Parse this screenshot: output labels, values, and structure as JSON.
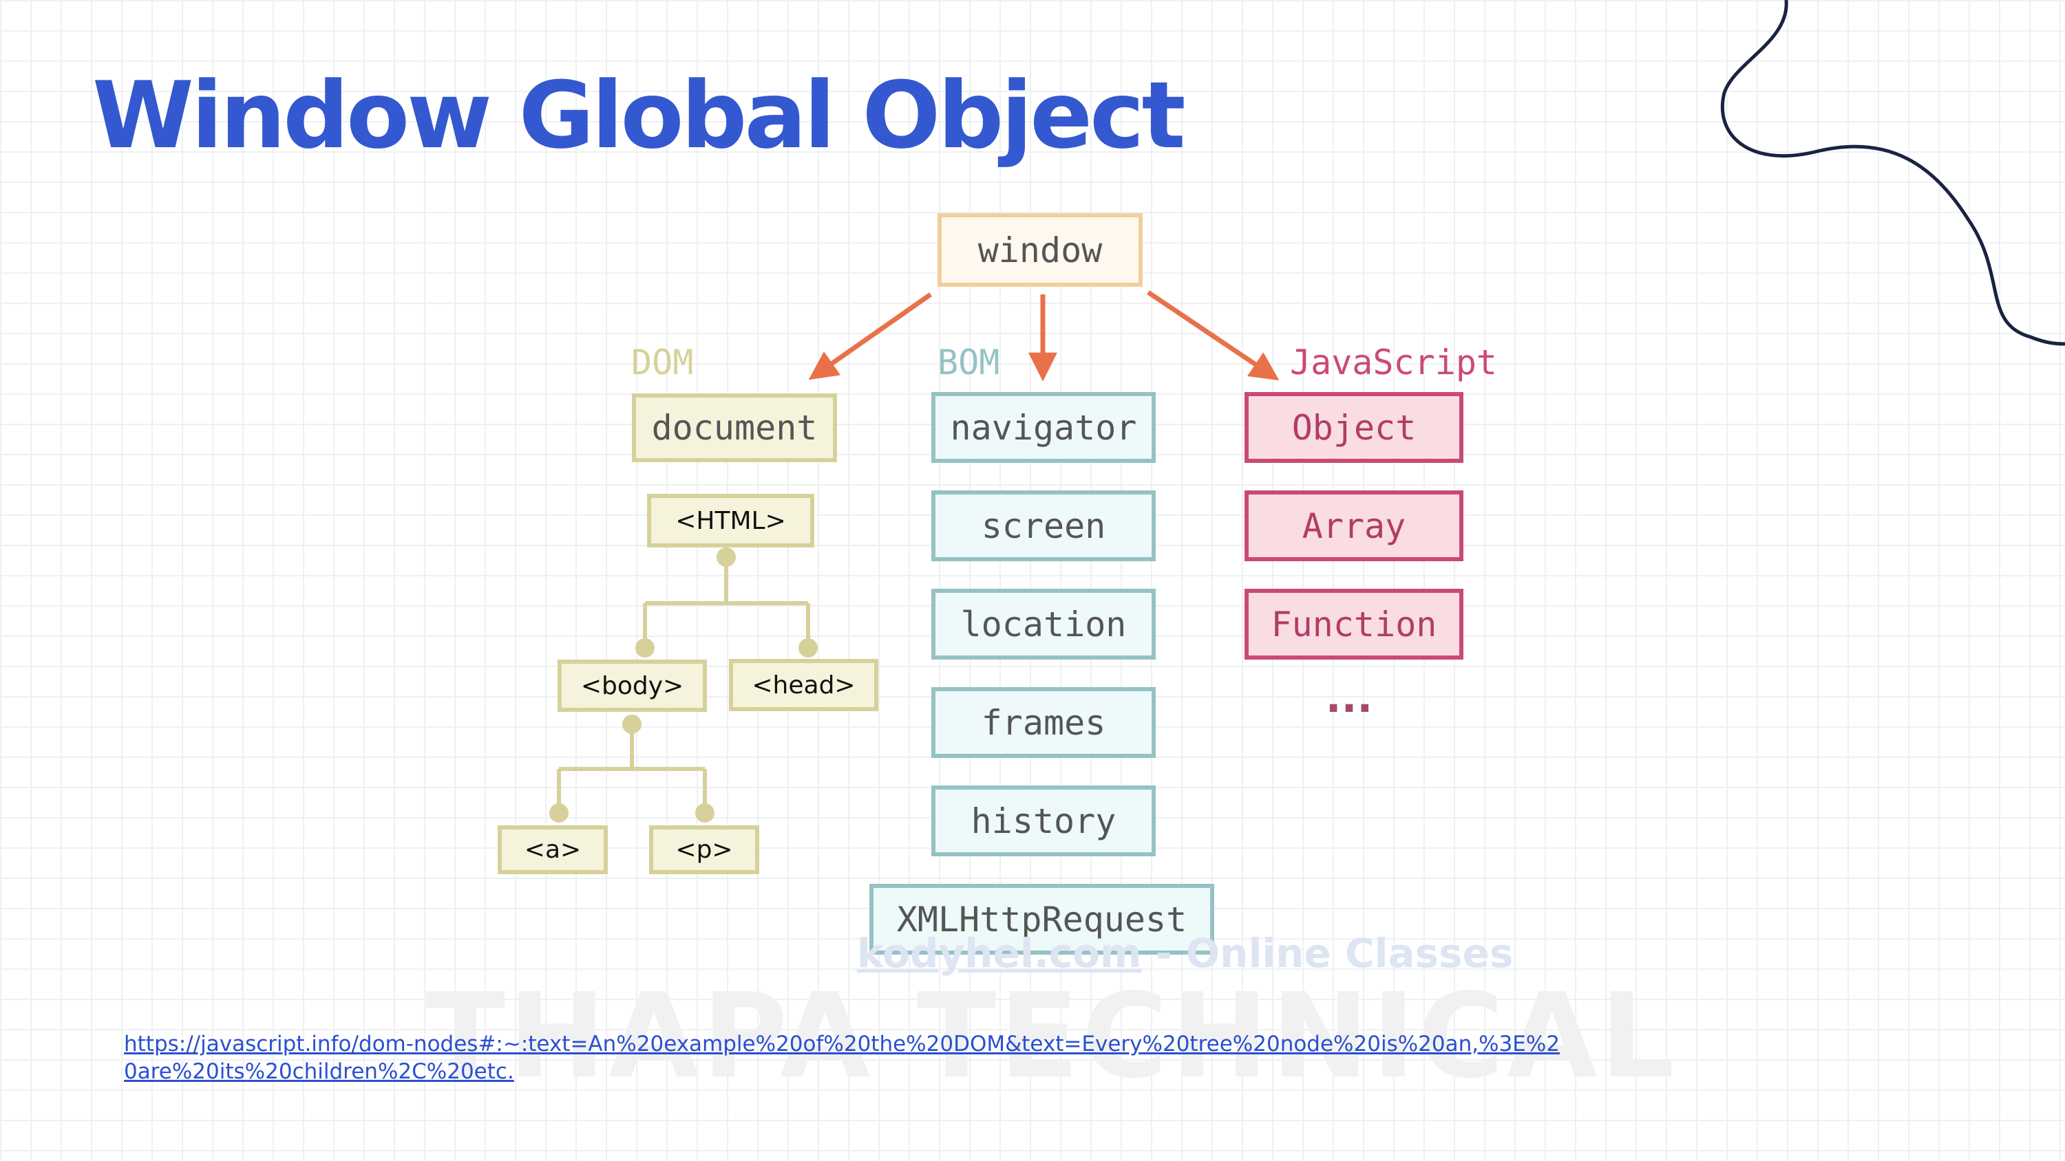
{
  "slide": {
    "title": "Window Global Object",
    "link": "https://javascript.info/dom-nodes#:~:text=An%20example%20of%20the%20DOM&text=Every%20tree%20node%20is%20an,%3E%20are%20its%20children%2C%20etc.",
    "watermark_small_link": "kodyhel.com",
    "watermark_small_rest": " - Online Classes",
    "watermark_big": "THAPA TECHNICAL"
  },
  "diagram": {
    "root": "window",
    "categories": {
      "dom": "DOM",
      "bom": "BOM",
      "js": "JavaScript"
    },
    "dom_root": "document",
    "dom_tree": {
      "html": "<HTML>",
      "body": "<body>",
      "head": "<head>",
      "a": "<a>",
      "p": "<p>"
    },
    "bom_items": [
      "navigator",
      "screen",
      "location",
      "frames",
      "history",
      "XMLHttpRequest"
    ],
    "js_items": [
      "Object",
      "Array",
      "Function"
    ],
    "js_more": "..."
  },
  "colors": {
    "title": "#3458cf",
    "arrow": "#e8714a",
    "dom": "#d6d19a",
    "bom": "#96c2c4",
    "js": "#cb4a74",
    "window": "#efcf9a",
    "curve": "#1a2340"
  }
}
